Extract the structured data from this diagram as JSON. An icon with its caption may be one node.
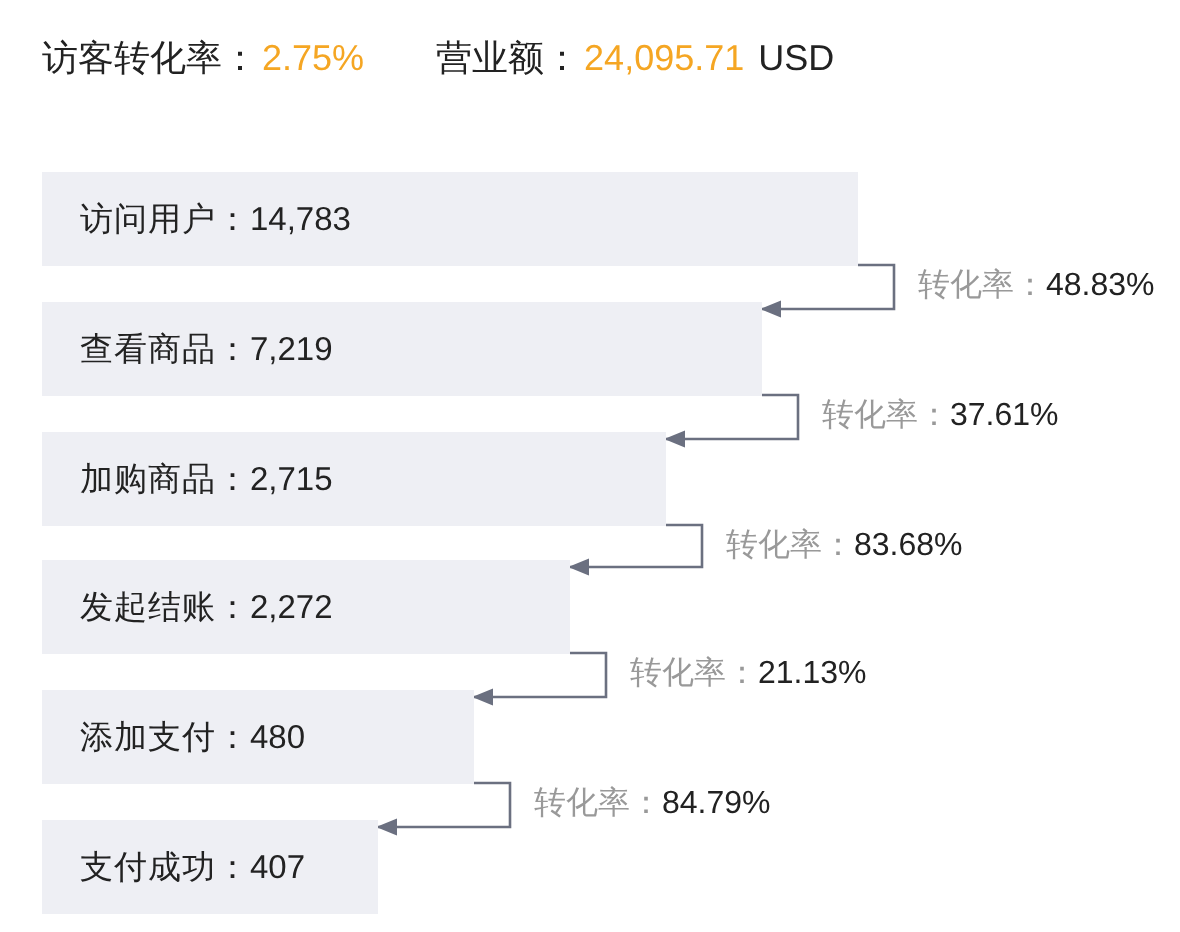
{
  "diagram": {
    "nodes": [
      {
        "text": [
          "访问用户：14,783"
        ]
      },
      {
        "text": [
          "查看商品：7,219"
        ]
      },
      {
        "text": [
          "加购商品：2,715"
        ]
      },
      {
        "text": [
          "发起结账：2,272"
        ]
      },
      {
        "text": [
          "添加支付：480"
        ]
      },
      {
        "text": [
          "支付成功：407"
        ]
      }
    ],
    "edges": [
      {
        "from": 0,
        "to": 1,
        "arrow": "to",
        "label": "转化率：48.83%"
      },
      {
        "from": 1,
        "to": 2,
        "arrow": "to",
        "label": "转化率：37.61%"
      },
      {
        "from": 2,
        "to": 3,
        "arrow": "to",
        "label": "转化率：83.68%"
      },
      {
        "from": 3,
        "to": 4,
        "arrow": "to",
        "label": "转化率：21.13%"
      },
      {
        "from": 4,
        "to": 5,
        "arrow": "to",
        "label": "转化率：84.79%"
      }
    ],
    "labels": [
      "访客转化率：",
      "2.75%",
      "营业额：",
      "24,095.71",
      "USD"
    ]
  }
}
